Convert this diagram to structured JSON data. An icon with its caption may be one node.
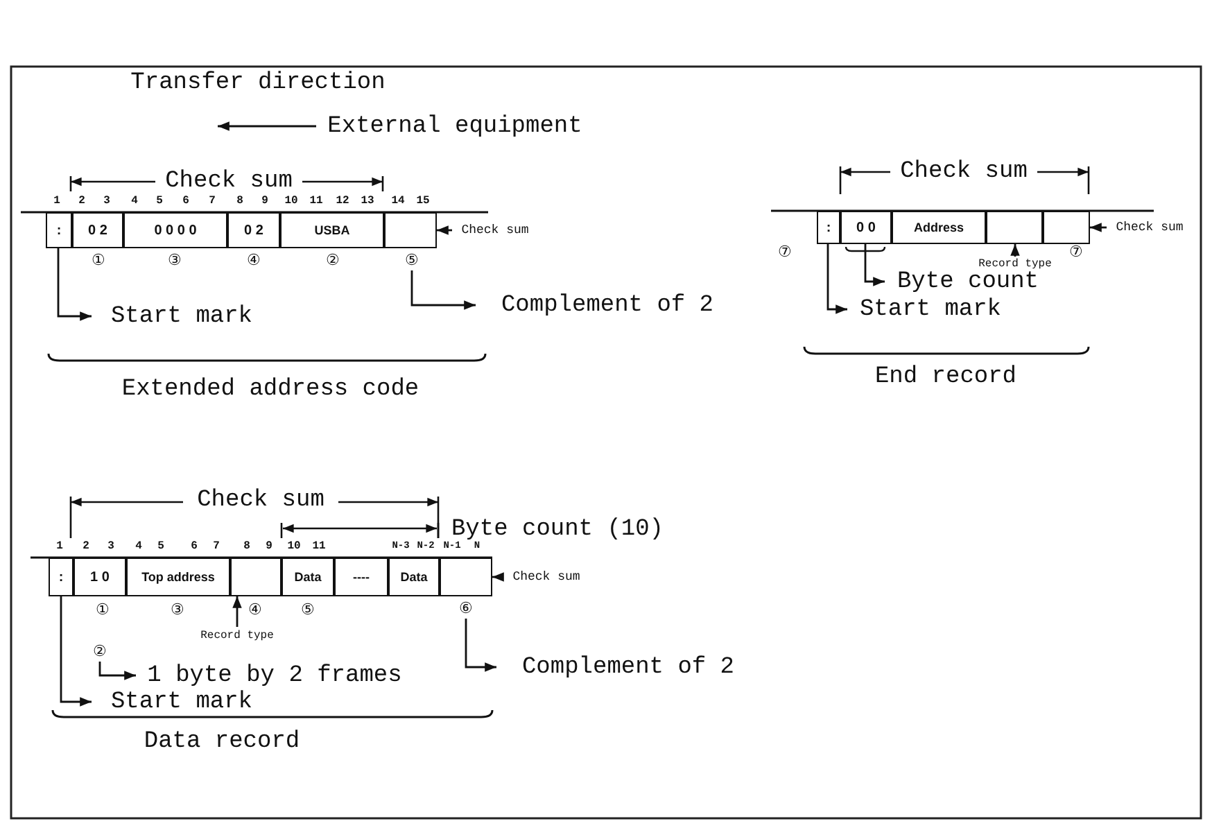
{
  "diagram": {
    "nodes": [
      {
        "text": [
          "External equipment"
        ]
      },
      {
        "text": [
          ":"
        ]
      },
      {
        "text": [
          "0 2"
        ]
      },
      {
        "text": [
          "0 0 0 0"
        ]
      },
      {
        "text": [
          "0 2"
        ]
      },
      {
        "text": [
          "USBA"
        ]
      },
      {
        "text": [],
        "shape": "box"
      },
      {
        "text": [
          "Start mark"
        ]
      },
      {
        "text": [
          "⑤"
        ]
      },
      {
        "text": [
          "Complement of 2"
        ]
      },
      {
        "text": [
          "Check sum"
        ]
      },
      {
        "text": [
          ":"
        ]
      },
      {
        "text": [
          "0 0"
        ]
      },
      {
        "text": [
          "Address"
        ]
      },
      {
        "text": [],
        "shape": "box"
      },
      {
        "text": [],
        "shape": "box"
      },
      {
        "text": [
          "Byte count"
        ]
      },
      {
        "text": [
          "Start mark"
        ]
      },
      {
        "text": [
          "Record type"
        ]
      },
      {
        "text": [
          "Check sum"
        ]
      },
      {
        "text": [
          ":"
        ]
      },
      {
        "text": [
          "1 0"
        ]
      },
      {
        "text": [
          "Top address"
        ]
      },
      {
        "text": [],
        "shape": "box"
      },
      {
        "text": [
          "Data"
        ]
      },
      {
        "text": [
          "----"
        ]
      },
      {
        "text": [
          "Data"
        ]
      },
      {
        "text": [],
        "shape": "box"
      },
      {
        "text": [
          "Record type"
        ]
      },
      {
        "text": [
          "②"
        ]
      },
      {
        "text": [
          "1 byte by 2 frames"
        ]
      },
      {
        "text": [
          "Start mark"
        ]
      },
      {
        "text": [
          "⑥"
        ]
      },
      {
        "text": [
          "Complement of 2"
        ]
      },
      {
        "text": [
          "Check sum"
        ]
      }
    ],
    "edges": [
      {
        "from": 0,
        "to": null,
        "arrow": "to"
      },
      {
        "from": 1,
        "to": 7,
        "arrow": "to"
      },
      {
        "from": 8,
        "to": 9,
        "arrow": "to"
      },
      {
        "from": 10,
        "to": 6,
        "arrow": "to"
      },
      {
        "from": 12,
        "to": 16,
        "arrow": "to"
      },
      {
        "from": 11,
        "to": 17,
        "arrow": "to"
      },
      {
        "from": 18,
        "to": 14,
        "arrow": "to"
      },
      {
        "from": 19,
        "to": 15,
        "arrow": "to"
      },
      {
        "from": 28,
        "to": 23,
        "arrow": "to"
      },
      {
        "from": 29,
        "to": 30,
        "arrow": "to"
      },
      {
        "from": 20,
        "to": 31,
        "arrow": "to"
      },
      {
        "from": 32,
        "to": 33,
        "arrow": "to"
      },
      {
        "from": 34,
        "to": 27,
        "arrow": "to"
      }
    ],
    "labels": [
      "Transfer direction",
      "Check sum",
      "1",
      "2",
      "3",
      "4",
      "5",
      "6",
      "7",
      "8",
      "9",
      "10",
      "11",
      "12",
      "13",
      "14",
      "15",
      "①",
      "③",
      "④",
      "②",
      "Extended address code",
      "Check sum",
      "⑦",
      "⑦",
      "End record",
      "Check sum",
      "Byte count (10)",
      "1",
      "2",
      "3",
      "4",
      "5",
      "6",
      "7",
      "8",
      "9",
      "10",
      "11",
      "N-3",
      "N-2",
      "N-1",
      "N",
      "①",
      "③",
      "④",
      "⑤",
      "Data record"
    ]
  }
}
